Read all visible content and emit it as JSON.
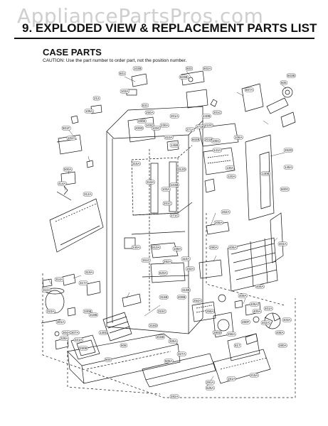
{
  "watermark": "AppliancePartsPros.com",
  "page_title": "9. EXPLODED VIEW & REPLACEMENT PARTS LIST",
  "section_title": "CASE PARTS",
  "caution": "CAUTION: Use the part number to order part, not the position number.",
  "callouts": [
    "601",
    "103B",
    "603",
    "602A",
    "103A",
    "603B",
    "607A",
    "605",
    "603B",
    "631",
    "250A",
    "212",
    "105A",
    "501F",
    "102A",
    "280E",
    "103C",
    "103C",
    "230A",
    "201A",
    "240B",
    "410C",
    "201C",
    "200D",
    "271A",
    "271B",
    "201B",
    "500A",
    "414A",
    "312A",
    "410A",
    "145B",
    "602B",
    "312D",
    "103B",
    "106C",
    "141A",
    "106A",
    "130A",
    "120A",
    "262D",
    "130B",
    "145A",
    "600C",
    "201C",
    "271C",
    "315A",
    "318A",
    "103A",
    "314A",
    "310A",
    "319A",
    "317A",
    "323A",
    "301A",
    "304A",
    "307A",
    "290B",
    "290A",
    "205A",
    "262A",
    "406A",
    "404A",
    "406A",
    "409A",
    "405A",
    "400A",
    "401A",
    "402A",
    "403A",
    "408A",
    "280A",
    "280F",
    "280D",
    "256A",
    "255A",
    "254A",
    "409B",
    "319B",
    "315B",
    "315C",
    "315D",
    "316B",
    "325A",
    "327A",
    "328A",
    "321A",
    "330B",
    "318B",
    "130D",
    "800",
    "606",
    "617",
    "606A",
    "625A",
    "151A",
    "215A",
    "282A",
    "291A",
    "292A",
    "240A",
    "151C",
    "610A",
    "620A",
    "108A",
    "110A",
    "152A"
  ]
}
